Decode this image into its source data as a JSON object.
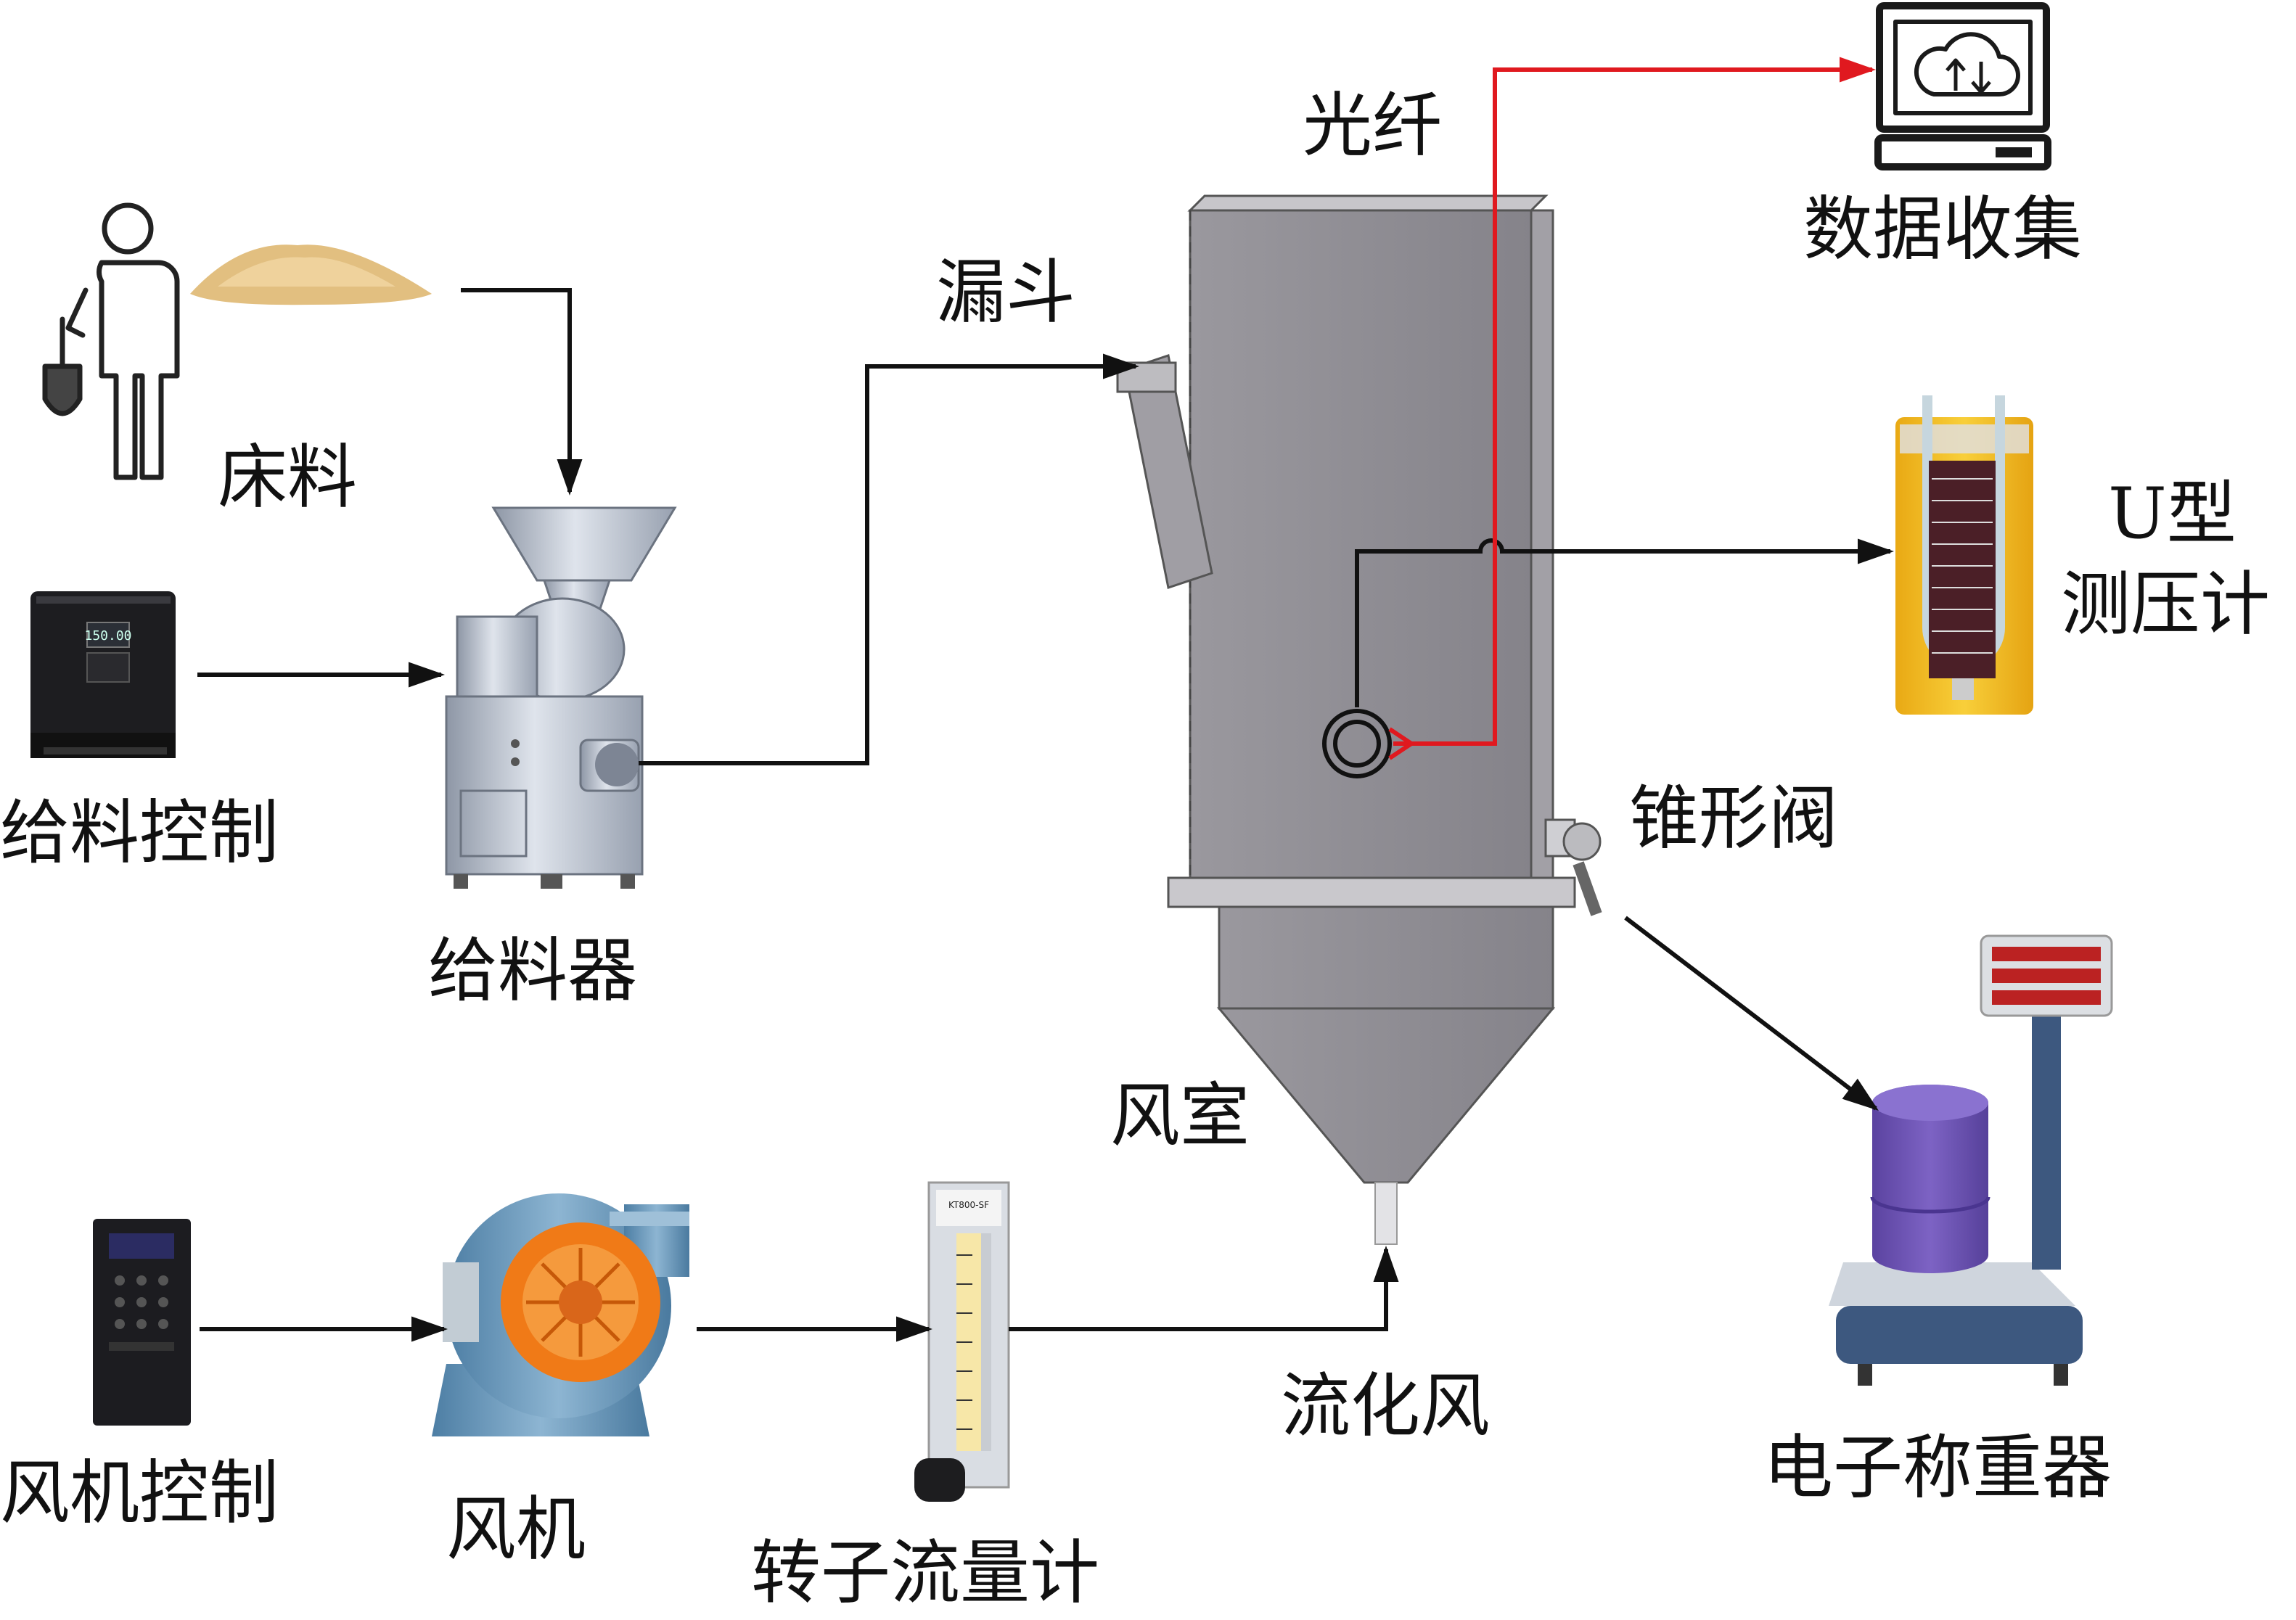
{
  "labels": {
    "bed_material": "床料",
    "feed_control": "给料控制",
    "feeder": "给料器",
    "funnel": "漏斗",
    "optical_fiber": "光纤",
    "data_collection": "数据收集",
    "u_manometer_line1": "U型",
    "u_manometer_line2": "测压计",
    "cone_valve": "锥形阀",
    "wind_chamber": "风室",
    "fluidizing_air": "流化风",
    "fan_control": "风机控制",
    "fan": "风机",
    "rotameter": "转子流量计",
    "electronic_scale": "电子称重器"
  },
  "device_text": {
    "inverter_display": "150.00",
    "rotameter_tag": "KT800-SF"
  },
  "colors": {
    "line": "#111111",
    "fiber": "#e0191f",
    "reactor": "#8f8d93",
    "metal": "#b9c0cc",
    "fan_orange": "#f07a17",
    "fan_blue": "#5b8fb4",
    "manometer": "#f2b91f",
    "barrel": "#6f55b4",
    "scale_base": "#3d587f"
  },
  "icons": [
    "person-with-shovel-icon",
    "sand-pile-icon",
    "inverter-icon",
    "feeder-machine-icon",
    "computer-cloud-icon",
    "u-manometer-icon",
    "fan-inverter-icon",
    "blower-fan-icon",
    "rotameter-icon",
    "platform-scale-icon",
    "fluidized-bed-reactor-icon"
  ]
}
